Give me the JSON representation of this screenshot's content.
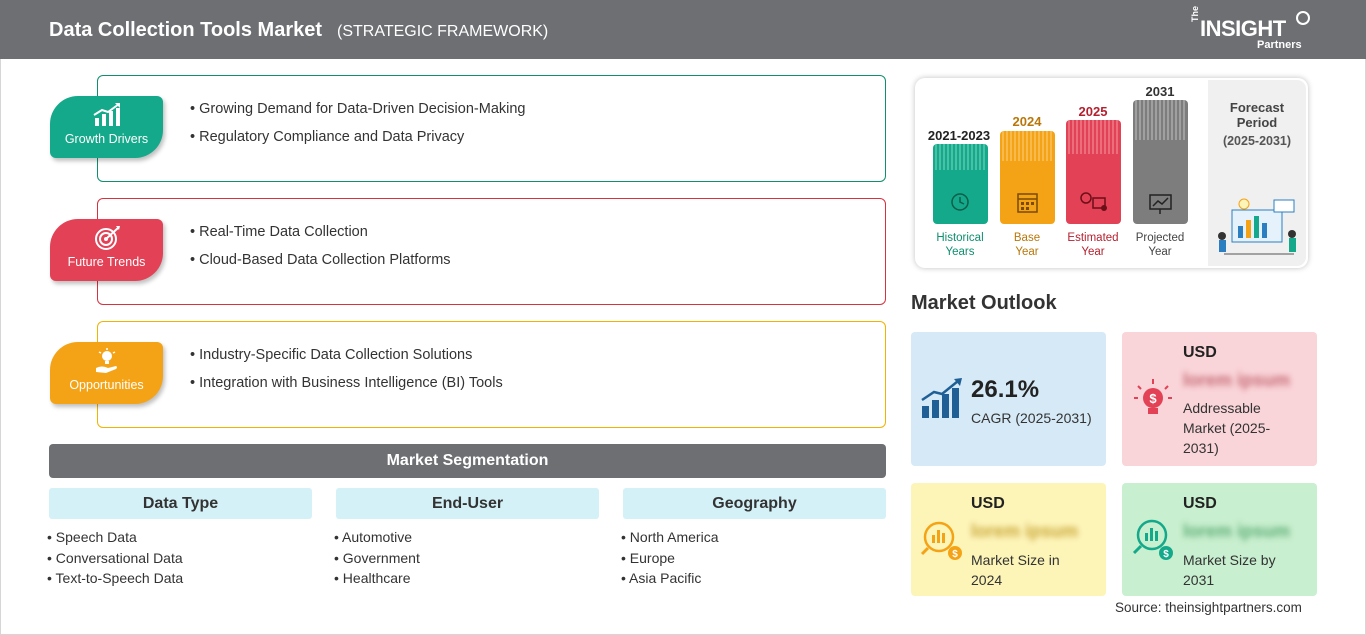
{
  "header": {
    "title": "Data Collection Tools Market",
    "subtitle": "(STRATEGIC FRAMEWORK)",
    "logo": {
      "the": "The",
      "insight": "INSIGHT",
      "partners": "Partners"
    }
  },
  "sections": [
    {
      "label": "Growth Drivers",
      "icon": "growth-chart-icon",
      "color": "#14a98a",
      "items": [
        "Growing Demand for Data-Driven Decision-Making",
        "Regulatory Compliance and Data Privacy"
      ]
    },
    {
      "label": "Future Trends",
      "icon": "target-icon",
      "color": "#e34155",
      "items": [
        "Real-Time Data Collection",
        "Cloud-Based Data Collection Platforms"
      ]
    },
    {
      "label": "Opportunities",
      "icon": "lightbulb-hand-icon",
      "color": "#f5a316",
      "items": [
        "Industry-Specific Data Collection Solutions",
        "Integration with Business Intelligence (BI) Tools"
      ]
    }
  ],
  "segmentation": {
    "title": "Market Segmentation",
    "columns": [
      {
        "heading": "Data Type",
        "items": [
          "Speech Data",
          "Conversational Data",
          "Text-to-Speech Data"
        ]
      },
      {
        "heading": "End-User",
        "items": [
          "Automotive",
          "Government",
          "Healthcare"
        ]
      },
      {
        "heading": "Geography",
        "items": [
          "North America",
          "Europe",
          "Asia Pacific"
        ]
      }
    ]
  },
  "timeline": {
    "bars": [
      {
        "year": "2021-2023",
        "label1": "Historical",
        "label2": "Years",
        "color": "#14a98a",
        "year_color": "#0f8f6f",
        "label_color": "#0f8f6f",
        "icon": "history-icon"
      },
      {
        "year": "2024",
        "label1": "Base",
        "label2": "Year",
        "color": "#f5a316",
        "year_color": "#b9770a",
        "label_color": "#b9770a",
        "icon": "calendar-icon"
      },
      {
        "year": "2025",
        "label1": "Estimated",
        "label2": "Year",
        "color": "#e34155",
        "year_color": "#b4202f",
        "label_color": "#b4202f",
        "icon": "settings-chart-icon"
      },
      {
        "year": "2031",
        "label1": "Projected",
        "label2": "Year",
        "color": "#7d7d7d",
        "year_color": "#333333",
        "label_color": "#444444",
        "icon": "presentation-icon"
      }
    ],
    "forecast_label": "Forecast Period",
    "forecast_range": "(2025-2031)",
    "forecast_icon": "analytics-people-icon"
  },
  "outlook": {
    "title": "Market Outlook",
    "cagr": {
      "value": "26.1%",
      "label": "CAGR (2025-2031)",
      "icon": "growth-bars-icon"
    },
    "addressable": {
      "currency": "USD",
      "value": "lorem ipsum",
      "label": "Addressable Market (2025-2031)",
      "icon": "lightbulb-dollar-icon"
    },
    "size_2024": {
      "currency": "USD",
      "value": "lorem ipsum",
      "label": "Market Size in 2024",
      "icon": "coin-chart-icon"
    },
    "size_2031": {
      "currency": "USD",
      "value": "lorem ipsum",
      "label": "Market Size by 2031",
      "icon": "coin-growth-icon"
    }
  },
  "source": "Source: theinsightpartners.com"
}
